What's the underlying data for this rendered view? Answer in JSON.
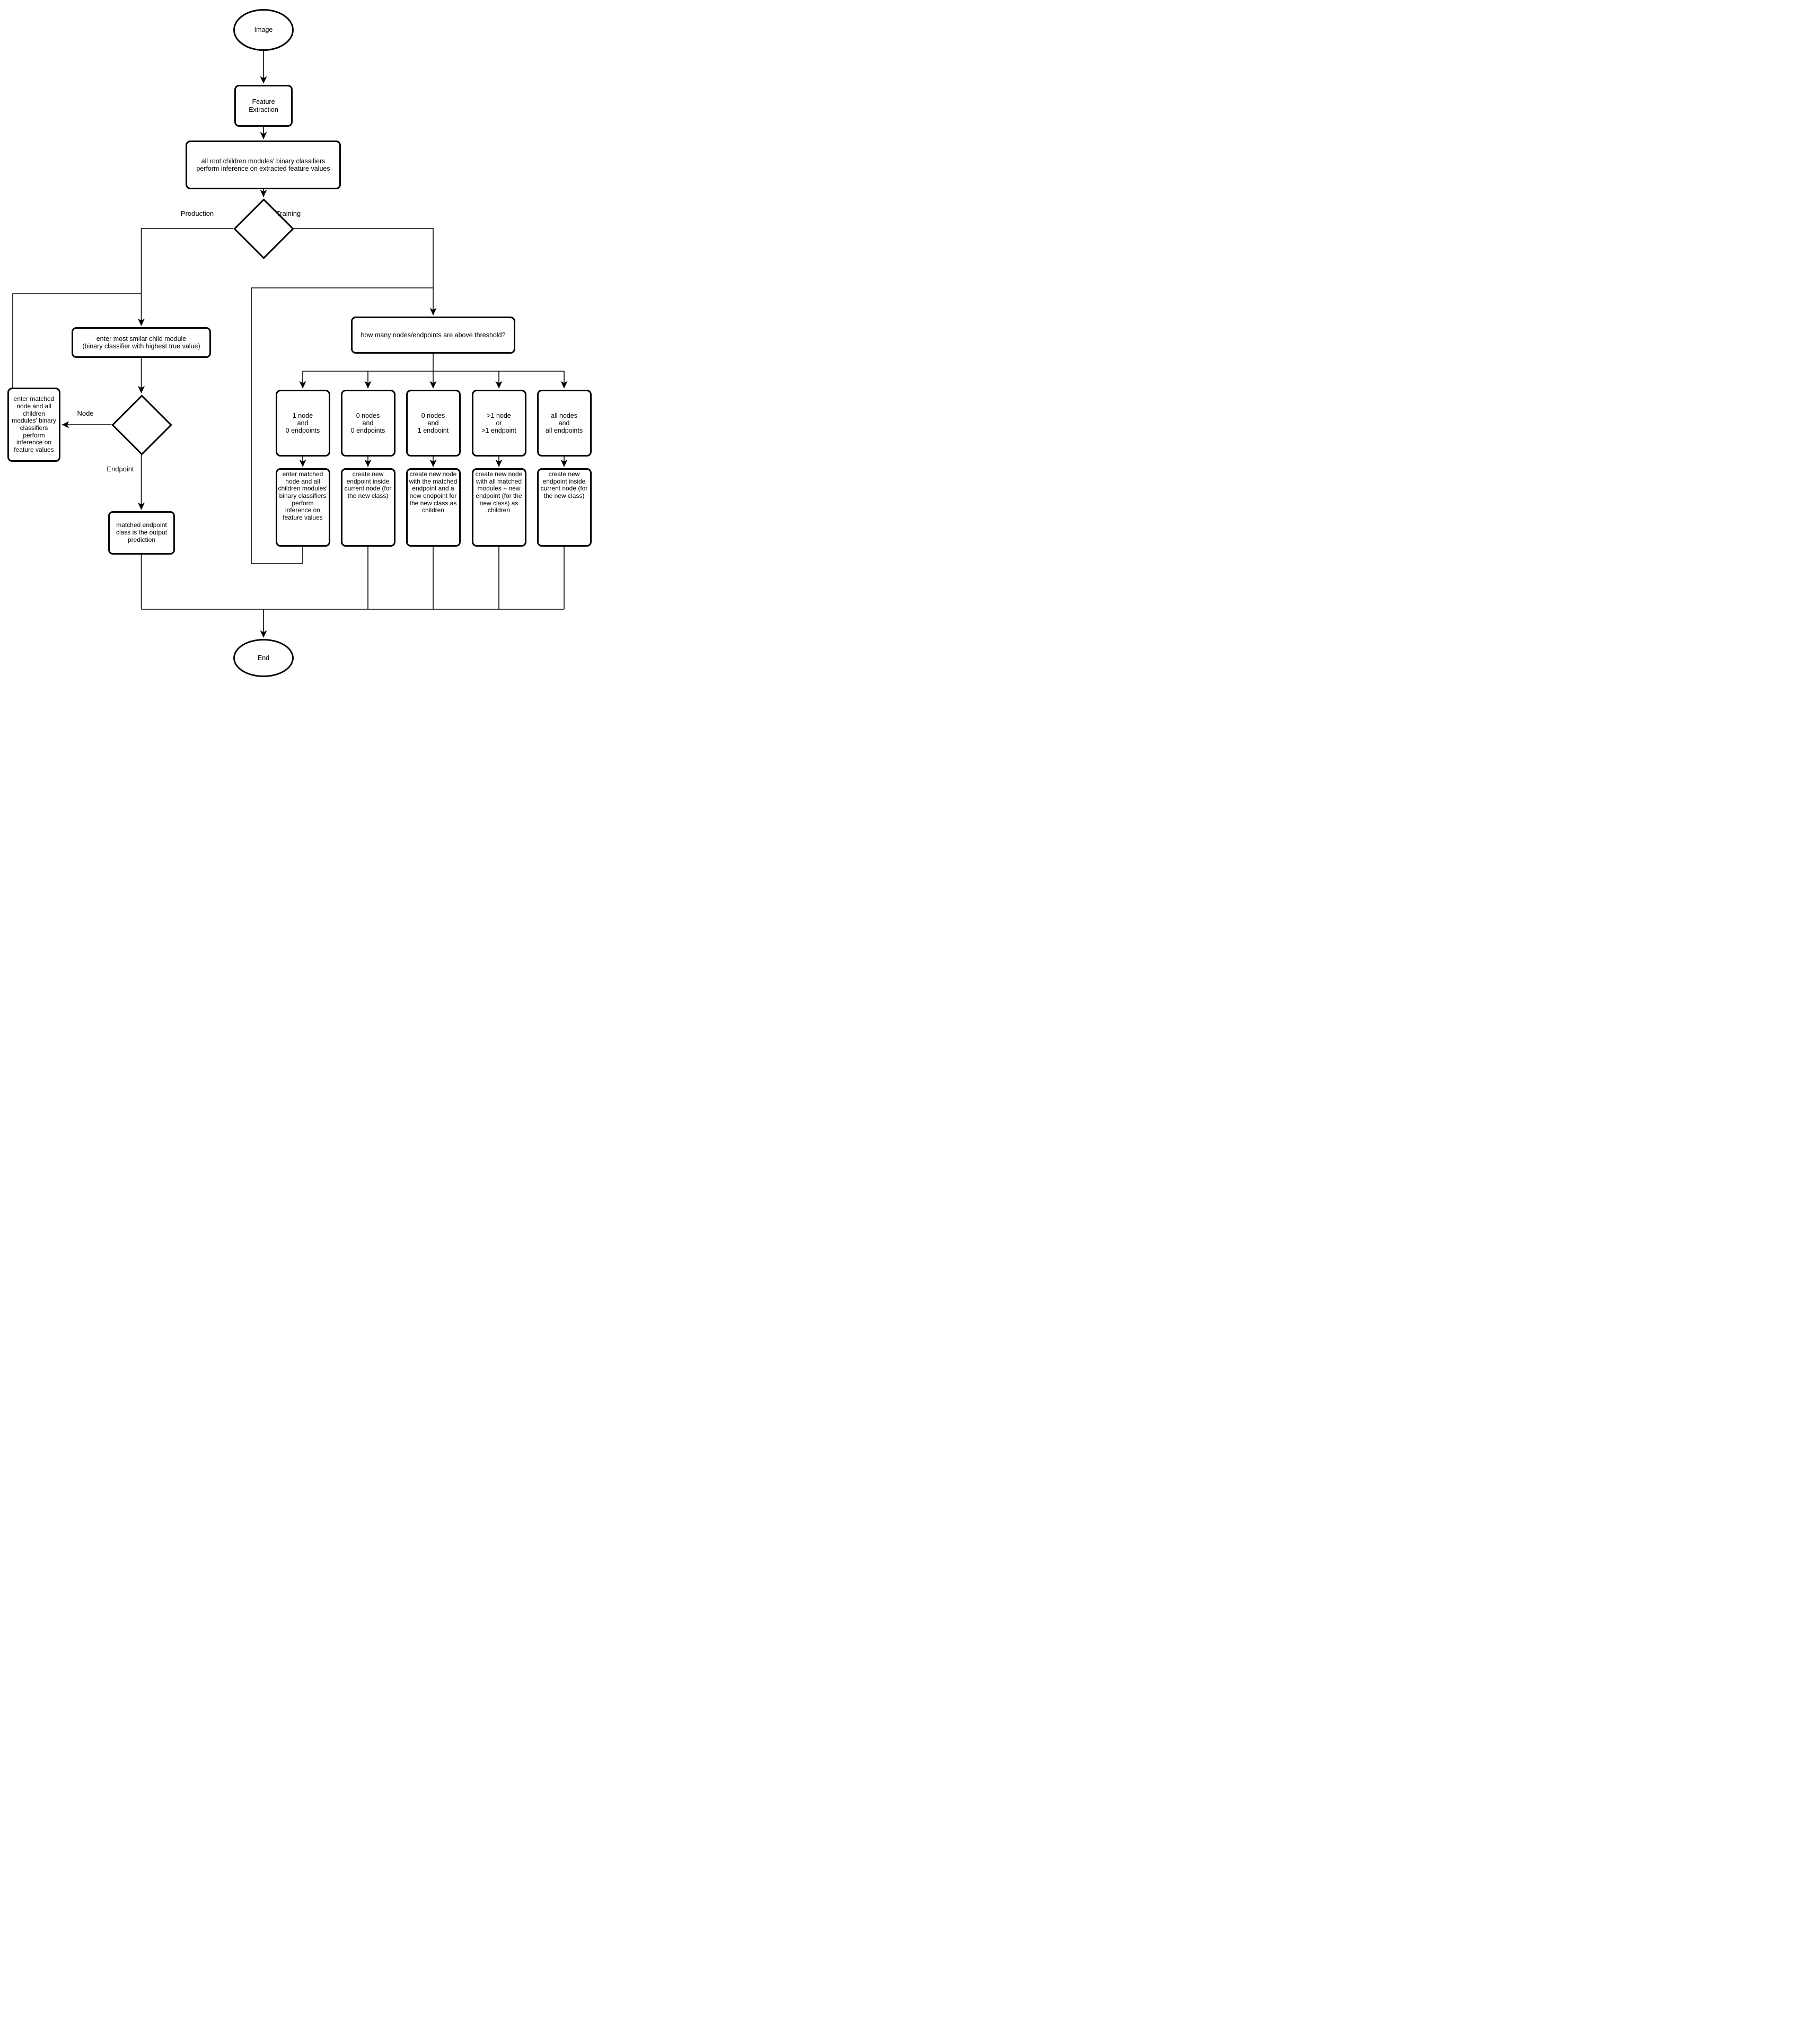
{
  "diagram": {
    "colors": {
      "stroke": "#000000",
      "fill": "#ffffff"
    },
    "start": "Image",
    "feature_extraction": "Feature\nExtraction",
    "root_inference": "all root children modules' binary classifiers\nperform inference on extracted feature values",
    "edge_labels": {
      "production": "Production",
      "training": "Training",
      "node": "Node",
      "endpoint": "Endpoint"
    },
    "enter_most_similar": "enter most smilar child module\n(binary classifier with highest true value)",
    "node_enter_inference": "enter matched node and all children modules' binary classifiers perform inference on feature values",
    "endpoint_output": "matched endpoint class is the output prediction",
    "threshold_question": "how many nodes/endpoints are above threshold?",
    "cases": [
      {
        "condition": "1 node\nand\n0 endpoints",
        "action": "enter matched node and all children modules' binary classifiers perform inference on feature values"
      },
      {
        "condition": "0 nodes\nand\n0 endpoints",
        "action": "create new endpoint inside current node (for the new class)"
      },
      {
        "condition": "0 nodes\nand\n1 endpoint",
        "action": "create new node with the matched endpoint and a new endpoint for the new class as children"
      },
      {
        "condition": ">1 node\nor\n>1 endpoint",
        "action": "create new node with all matched modules + new endpoint (for the new class) as children"
      },
      {
        "condition": "all nodes\nand\nall endpoints",
        "action": "create new endpoint inside current node (for the new class)"
      }
    ],
    "end": "End"
  }
}
